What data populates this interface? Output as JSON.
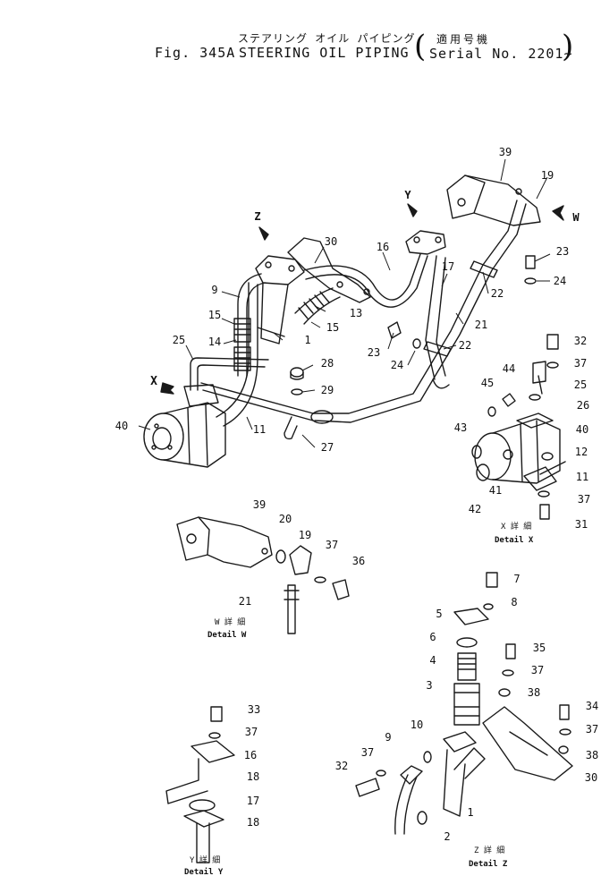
{
  "header": {
    "title_jp": "ステアリング オイル パイピング",
    "fig_number": "Fig. 345A",
    "title": "STEERING OIL PIPING",
    "serial_jp": "適用号機",
    "serial": "Serial No. 2201~"
  },
  "views": {
    "main_arrows": {
      "x": "X",
      "y": "Y",
      "z": "Z",
      "w": "W"
    },
    "detail_x": {
      "jp": "X 詳 細",
      "label": "Detail X"
    },
    "detail_w": {
      "jp": "W 詳 細",
      "label": "Detail W"
    },
    "detail_y": {
      "jp": "Y 詳 細",
      "label": "Detail Y"
    },
    "detail_z": {
      "jp": "Z 詳 細",
      "label": "Detail Z"
    }
  },
  "part_labels": {
    "main": [
      "39",
      "19",
      "W",
      "Y",
      "Z",
      "30",
      "16",
      "17",
      "23",
      "24",
      "22",
      "21",
      "9",
      "13",
      "15",
      "15",
      "14",
      "1",
      "25",
      "28",
      "29",
      "23",
      "24",
      "22",
      "40",
      "11",
      "27"
    ],
    "detail_x": [
      "32",
      "37",
      "25",
      "26",
      "40",
      "44",
      "45",
      "43",
      "12",
      "11",
      "41",
      "42",
      "37",
      "31"
    ],
    "detail_w": [
      "39",
      "20",
      "19",
      "37",
      "36",
      "21"
    ],
    "detail_z": [
      "7",
      "8",
      "5",
      "6",
      "4",
      "3",
      "35",
      "37",
      "38",
      "10",
      "9",
      "37",
      "32",
      "2",
      "1",
      "34",
      "37",
      "38",
      "30"
    ],
    "detail_y": [
      "33",
      "37",
      "16",
      "18",
      "17",
      "18"
    ]
  }
}
